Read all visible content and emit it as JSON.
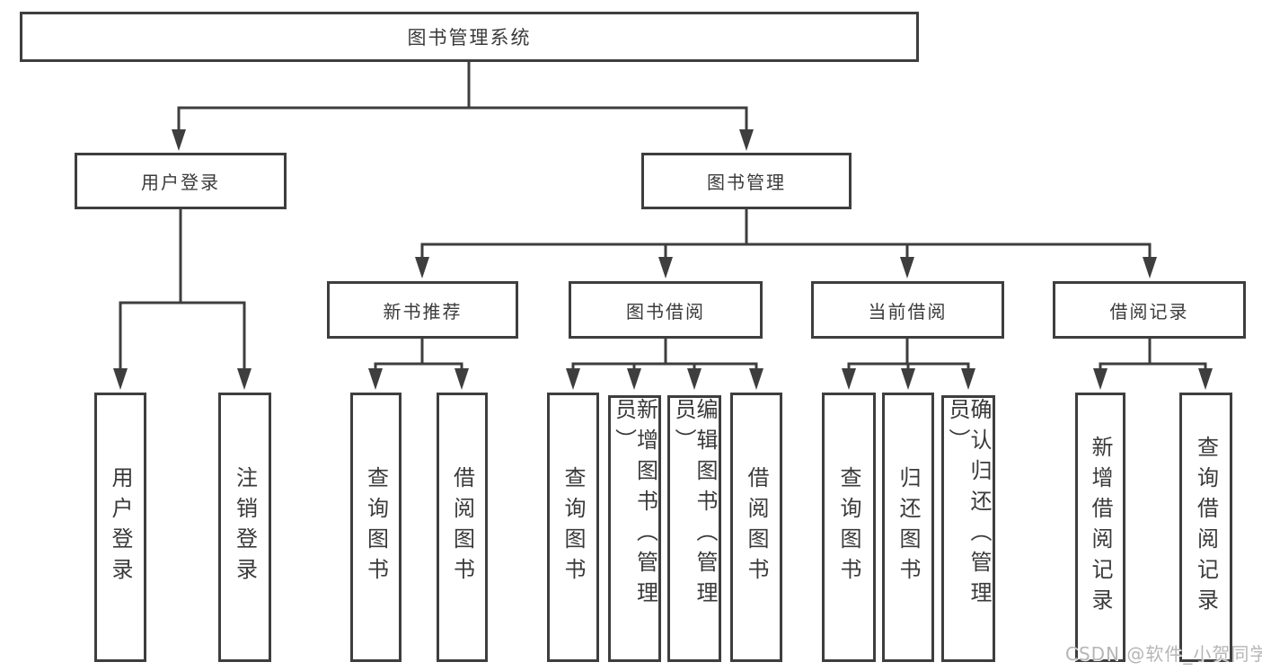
{
  "tree": {
    "root": {
      "label": "图书管理系统"
    },
    "level1": [
      {
        "label": "用户登录",
        "leaves": [
          {
            "label": "用户登录"
          },
          {
            "label": "注销登录"
          }
        ]
      },
      {
        "label": "图书管理",
        "children": [
          {
            "label": "新书推荐",
            "leaves": [
              {
                "label": "查询图书"
              },
              {
                "label": "借阅图书"
              }
            ]
          },
          {
            "label": "图书借阅",
            "leaves": [
              {
                "label": "查询图书"
              },
              {
                "label": "新增图书（管理员）"
              },
              {
                "label": "编辑图书（管理员）"
              },
              {
                "label": "借阅图书"
              }
            ]
          },
          {
            "label": "当前借阅",
            "leaves": [
              {
                "label": "查询图书"
              },
              {
                "label": "归还图书"
              },
              {
                "label": "确认归还（管理员）"
              }
            ]
          },
          {
            "label": "借阅记录",
            "leaves": [
              {
                "label": "新增借阅记录"
              },
              {
                "label": "查询借阅记录"
              }
            ]
          }
        ]
      }
    ]
  },
  "watermark": {
    "text": "CSDN @软件_小贺同学"
  },
  "colors": {
    "line": "#3e3e3e",
    "text": "#3a3a3a",
    "background": "#ffffff",
    "watermark": "#b6b6b6"
  }
}
